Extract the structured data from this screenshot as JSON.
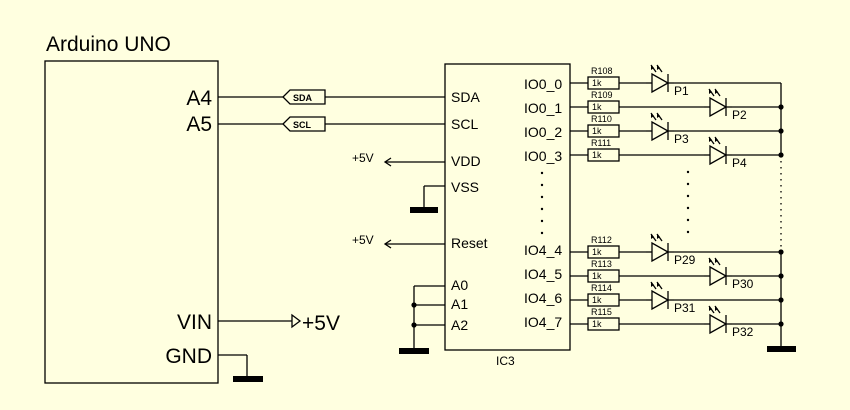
{
  "arduino": {
    "title": "Arduino UNO",
    "pins": {
      "a4": "A4",
      "a5": "A5",
      "vin": "VIN",
      "gnd": "GND"
    }
  },
  "net_labels": {
    "sda": "SDA",
    "scl": "SCL"
  },
  "supply": {
    "vdd_rail": "+5V",
    "reset_rail": "+5V",
    "vin_rail": "+5V"
  },
  "ic": {
    "name": "IC3",
    "left_pins": [
      "SDA",
      "SCL",
      "VDD",
      "VSS",
      "Reset",
      "A0",
      "A1",
      "A2"
    ],
    "right_pins": [
      "IO0_0",
      "IO0_1",
      "IO0_2",
      "IO0_3",
      "IO4_4",
      "IO4_5",
      "IO4_6",
      "IO4_7"
    ]
  },
  "resistors": [
    {
      "ref": "R108",
      "value": "1k"
    },
    {
      "ref": "R109",
      "value": "1k"
    },
    {
      "ref": "R110",
      "value": "1k"
    },
    {
      "ref": "R111",
      "value": "1k"
    },
    {
      "ref": "R112",
      "value": "1k"
    },
    {
      "ref": "R113",
      "value": "1k"
    },
    {
      "ref": "R114",
      "value": "1k"
    },
    {
      "ref": "R115",
      "value": "1k"
    }
  ],
  "leds": [
    "P1",
    "P2",
    "P3",
    "P4",
    "P29",
    "P30",
    "P31",
    "P32"
  ]
}
